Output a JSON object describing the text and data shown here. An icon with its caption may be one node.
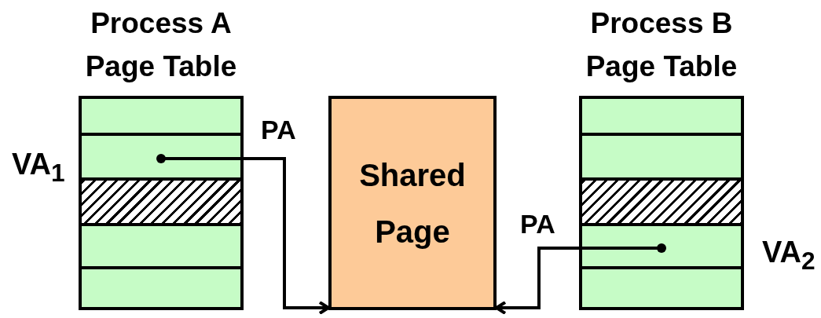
{
  "diagram": {
    "nodes": [
      {
        "text": [
          "Process A Page Table"
        ]
      },
      {
        "text": [],
        "shape": "box",
        "in": 0
      },
      {
        "text": [],
        "shape": "box",
        "in": 0,
        "beside": [
          "VA$_{1}$"
        ]
      },
      {
        "text": [],
        "shape": "box",
        "in": 0
      },
      {
        "text": [],
        "shape": "box",
        "in": 0
      },
      {
        "text": [],
        "shape": "box",
        "in": 0
      },
      {
        "text": [
          "Shared Page"
        ]
      },
      {
        "text": [
          "Process B Page Table"
        ]
      },
      {
        "text": [],
        "shape": "box",
        "in": 7
      },
      {
        "text": [],
        "shape": "box",
        "in": 7
      },
      {
        "text": [],
        "shape": "box",
        "in": 7
      },
      {
        "text": [],
        "shape": "box",
        "in": 7,
        "beside": [
          "VA$_{2}$"
        ]
      },
      {
        "text": [],
        "shape": "box",
        "in": 7
      }
    ],
    "edges": [
      {
        "from": 2,
        "to": 6,
        "arrow": "to",
        "label": "PA"
      },
      {
        "from": 11,
        "to": 6,
        "arrow": "to",
        "label": "PA"
      }
    ]
  }
}
